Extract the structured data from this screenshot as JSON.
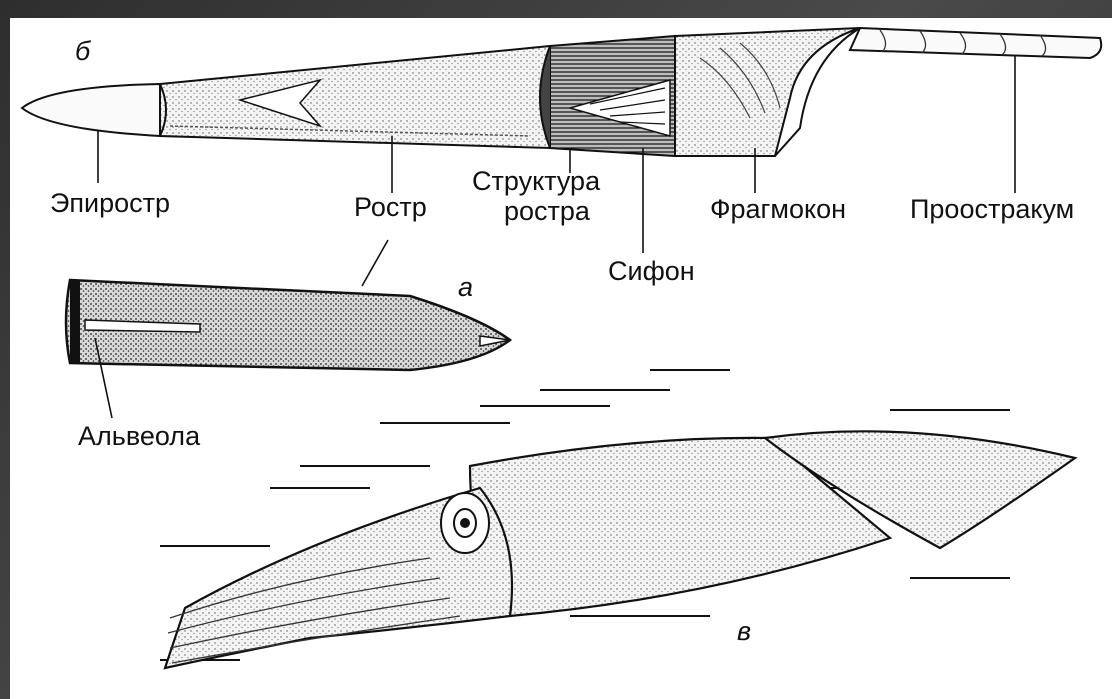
{
  "figure": {
    "panel_letters": {
      "a": "а",
      "b": "б",
      "v": "в"
    },
    "labels": {
      "epirostr": "Эпиростр",
      "rostr": "Ростр",
      "struktura_rostra_line1": "Структура",
      "struktura_rostra_line2": "ростра",
      "sifon": "Сифон",
      "fragmokon": "Фрагмокон",
      "proostrakum": "Проостракум",
      "alveola": "Альвеола"
    }
  },
  "colors": {
    "background_frame": "#3a3a3a",
    "panel": "#ffffff",
    "ink": "#111111"
  }
}
